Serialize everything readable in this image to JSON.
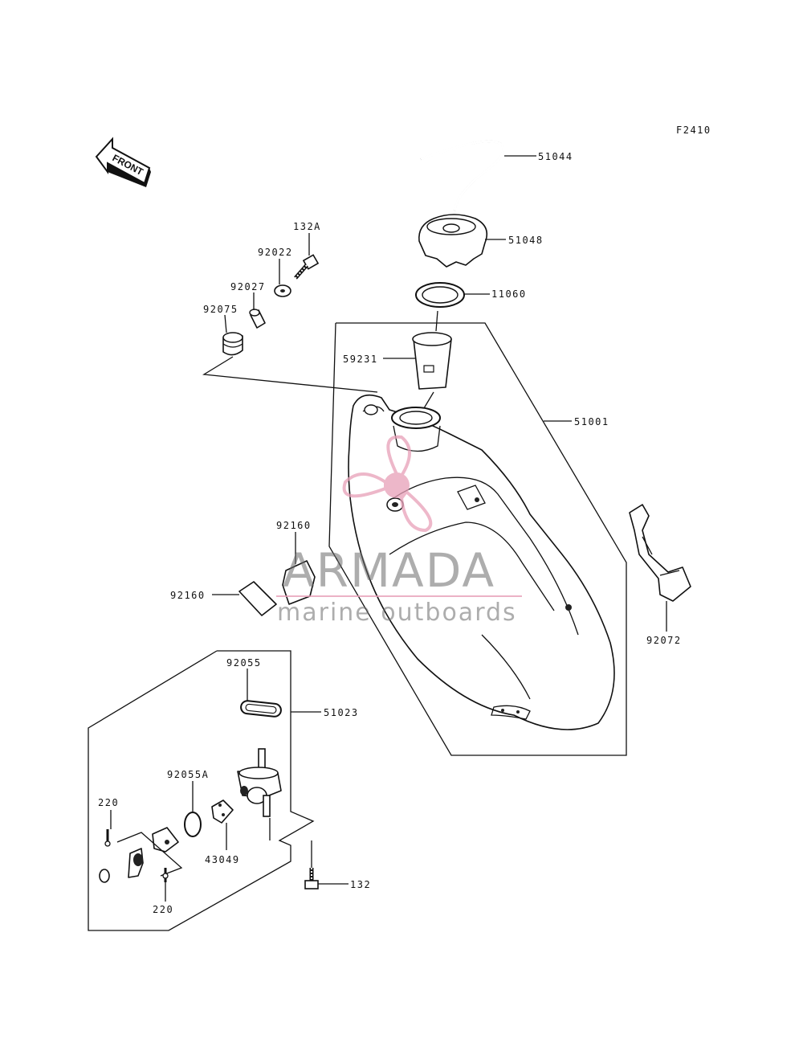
{
  "figure_code": "F2410",
  "front_label": "FRONT",
  "watermark": {
    "brand": "ARMADA",
    "tagline": "marine outboards",
    "accent_color": "#e8a0b8"
  },
  "labels": {
    "p51044": "51044",
    "p51048": "51048",
    "p11060": "11060",
    "p59231": "59231",
    "p51001": "51001",
    "p132A": "132A",
    "p92022": "92022",
    "p92027": "92027",
    "p92075": "92075",
    "p92160a": "92160",
    "p92160b": "92160",
    "p92072": "92072",
    "p92055": "92055",
    "p51023": "51023",
    "p92055A": "92055A",
    "p220a": "220",
    "p220b": "220",
    "p43049": "43049",
    "p132": "132"
  }
}
